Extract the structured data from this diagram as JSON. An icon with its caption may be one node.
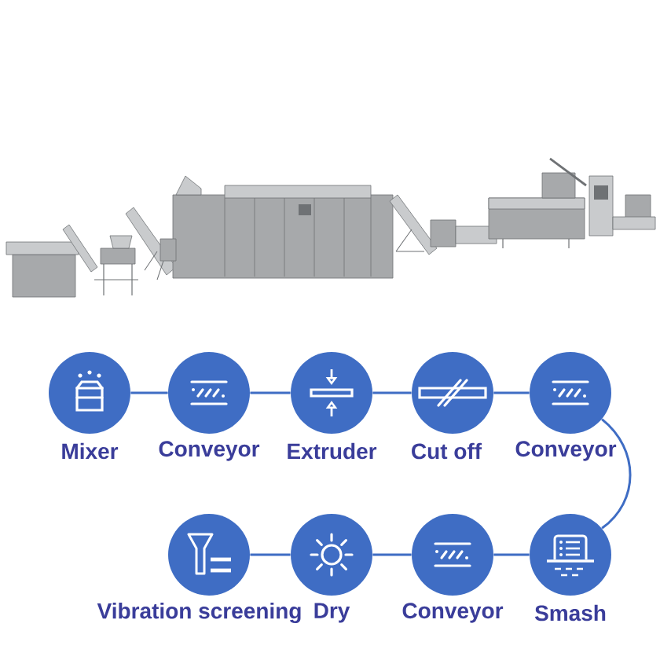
{
  "diagram": {
    "nodes": [
      {
        "text": [
          "Mixer"
        ]
      },
      {
        "text": [
          "Conveyor"
        ]
      },
      {
        "text": [
          "Extruder"
        ]
      },
      {
        "text": [
          "Cut off"
        ]
      },
      {
        "text": [
          "Conveyor"
        ]
      },
      {
        "text": [
          "Vibration screening"
        ]
      },
      {
        "text": [
          "Dry"
        ]
      },
      {
        "text": [
          "Conveyor"
        ]
      },
      {
        "text": [
          "Smash"
        ]
      }
    ],
    "edges": [
      {
        "from": 0,
        "to": 1,
        "arrow": "none"
      },
      {
        "from": 1,
        "to": 2,
        "arrow": "none"
      },
      {
        "from": 2,
        "to": 3,
        "arrow": "none"
      },
      {
        "from": 3,
        "to": 4,
        "arrow": "none"
      },
      {
        "from": 4,
        "to": 8,
        "arrow": "none"
      },
      {
        "from": 8,
        "to": 7,
        "arrow": "none"
      },
      {
        "from": 7,
        "to": 6,
        "arrow": "none"
      },
      {
        "from": 6,
        "to": 5,
        "arrow": "none"
      }
    ]
  }
}
